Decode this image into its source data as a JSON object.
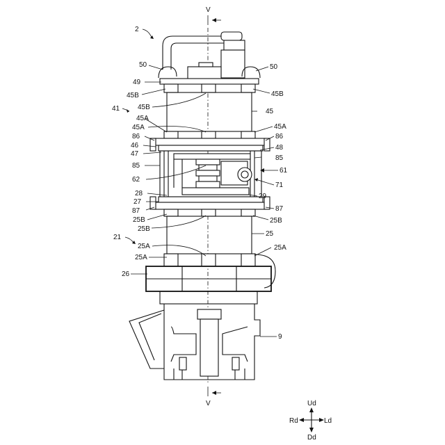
{
  "labels": {
    "ref_2": "2",
    "ref_41": "41",
    "ref_21": "21",
    "ref_9": "9",
    "ref_50": "50",
    "ref_49": "49",
    "ref_45": "45",
    "ref_45A": "45A",
    "ref_45B": "45B",
    "ref_86": "86",
    "ref_46": "46",
    "ref_47": "47",
    "ref_48": "48",
    "ref_85": "85",
    "ref_61": "61",
    "ref_62": "62",
    "ref_71": "71",
    "ref_28": "28",
    "ref_27": "27",
    "ref_29": "29",
    "ref_87": "87",
    "ref_25": "25",
    "ref_25A": "25A",
    "ref_25B": "25B",
    "ref_26": "26",
    "section": "V"
  },
  "directions": {
    "up": "Ud",
    "down": "Dd",
    "left": "Rd",
    "right": "Ld"
  }
}
